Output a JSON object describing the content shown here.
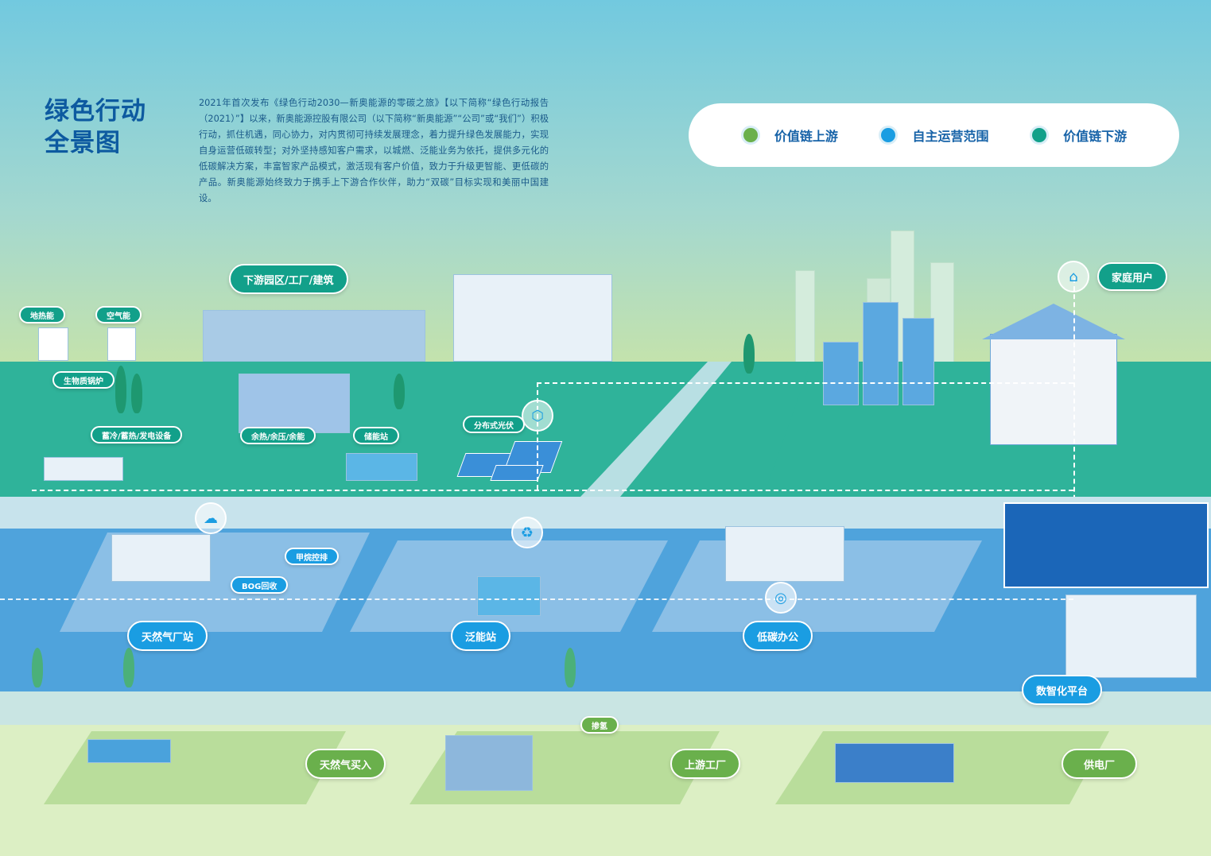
{
  "title": {
    "line1": "绿色行动",
    "line2": "全景图"
  },
  "intro": "2021年首次发布《绿色行动2030—新奥能源的零碳之旅》【以下简称“绿色行动报告（2021）”】以来，新奥能源控股有限公司（以下简称“新奥能源”“公司”或“我们”）积极行动，抓住机遇，同心协力，对内贯彻可持续发展理念，着力提升绿色发展能力，实现自身运营低碳转型；对外坚持感知客户需求，以城燃、泛能业务为依托，提供多元化的低碳解决方案，丰富智家产品模式，激活现有客户价值，致力于升级更智能、更低碳的产品。新奥能源始终致力于携手上下游合作伙伴，助力“双碳”目标实现和美丽中国建设。",
  "legend": [
    {
      "label": "价值链上游",
      "color": "#6ab04c"
    },
    {
      "label": "自主运营范围",
      "color": "#1a9de2"
    },
    {
      "label": "价值链下游",
      "color": "#12a08a"
    }
  ],
  "downstream": {
    "geothermal": "地热能",
    "air": "空气能",
    "biomass": "生物质锅炉",
    "storage_equipment": "蓄冷/蓄热/发电设备",
    "waste_heat": "余热/余压/余能",
    "energy_storage": "储能站",
    "park": "下游园区/工厂/建筑",
    "pv": "分布式光伏",
    "household": "家庭用户"
  },
  "operation": {
    "methane": "甲烷控排",
    "bog": "BOG回收",
    "gas_station": "天然气厂站",
    "pan_energy": "泛能站",
    "office": "低碳办公",
    "digital": "数智化平台"
  },
  "upstream": {
    "gas_purchase": "天然气买入",
    "hydrogen": "掺氢",
    "factory": "上游工厂",
    "power_plant": "供电厂"
  }
}
